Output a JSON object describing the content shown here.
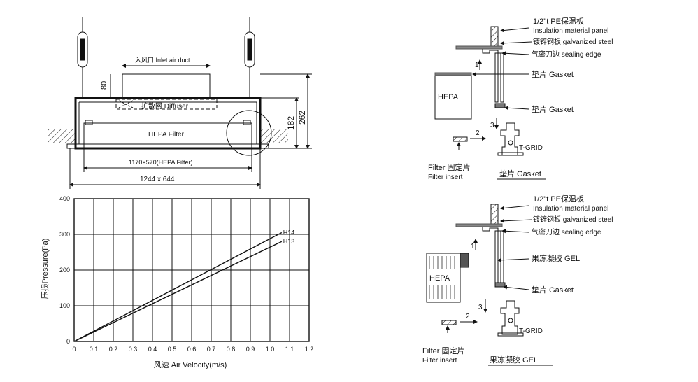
{
  "page": {
    "background": "#ffffff",
    "ink": "#111111"
  },
  "top_drawing": {
    "inlet_label": "入风口 Inlet air duct",
    "diffuser_label": "扩散网 Diffuser",
    "filter_label": "HEPA Filter",
    "dim_80": "80",
    "dim_182": "182",
    "dim_262": "262",
    "dim_inner": "1170×570(HEPA Filter)",
    "dim_outer": "1244 x 644"
  },
  "chart_data": {
    "type": "line",
    "title": "",
    "xlabel": "风速  Air Velocity(m/s)",
    "ylabel": "压损Pressure(Pa)",
    "xlim": [
      0,
      1.2
    ],
    "ylim": [
      0,
      400
    ],
    "x_ticks": [
      "0",
      "0.1",
      "0.2",
      "0.3",
      "0.4",
      "0.5",
      "0.6",
      "0.7",
      "0.8",
      "0.9",
      "1.0",
      "1.1",
      "1.2"
    ],
    "y_ticks": [
      "0",
      "100",
      "200",
      "300",
      "400"
    ],
    "grid": true,
    "series": [
      {
        "name": "H14",
        "x": [
          0,
          1.06
        ],
        "y": [
          0,
          305
        ]
      },
      {
        "name": "H13",
        "x": [
          0,
          1.06
        ],
        "y": [
          0,
          280
        ]
      }
    ]
  },
  "section_a": {
    "insulation_cn": "1/2\"t PE保温板",
    "insulation_en": "Insulation material panel",
    "steel": "镀锌钢板 galvanized steel",
    "sealing": "气密刀边 sealing edge",
    "gasket_1": "垫片 Gasket",
    "hepa": "HEPA",
    "gasket_2": "垫片 Gasket",
    "step_1": "1",
    "step_2": "2",
    "step_3": "3",
    "tgrid": "T-GRID",
    "insert_cn": "Filter 固定片",
    "insert_en": "Filter insert",
    "caption": "垫片 Gasket"
  },
  "section_b": {
    "insulation_cn": "1/2\"t PE保温板",
    "insulation_en": "Insulation material panel",
    "steel": "镀锌钢板 galvanized steel",
    "sealing": "气密刀边 sealing edge",
    "gel": "果冻凝胶 GEL",
    "hepa": "HEPA",
    "gasket": "垫片 Gasket",
    "step_1": "1",
    "step_2": "2",
    "step_3": "3",
    "tgrid": "T-GRID",
    "insert_cn": "Filter 固定片",
    "insert_en": "Filter insert",
    "caption": "果冻凝胶 GEL"
  }
}
